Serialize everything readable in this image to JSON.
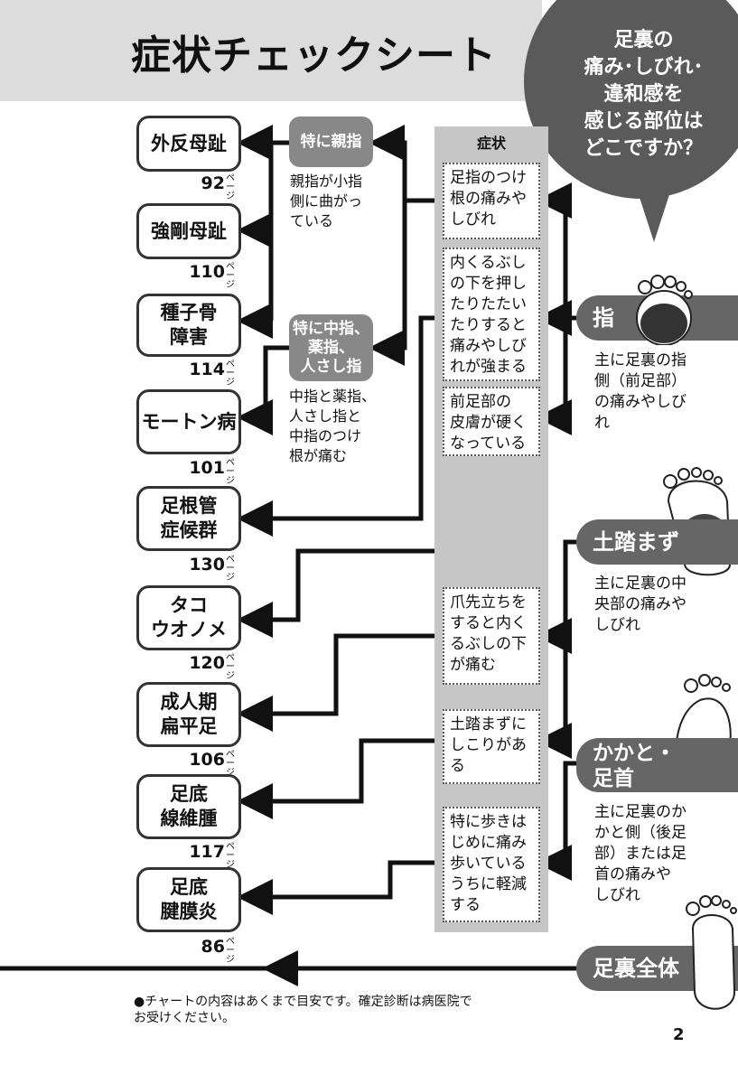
{
  "title": "症状チェックシート",
  "question": "足裏の\n痛み･しびれ･\n違和感を\n感じる部位は\nどこですか？",
  "symptom_header": "症状",
  "diagnoses": [
    {
      "name": "外反母趾",
      "page": "92",
      "unit": "ペー\nジ"
    },
    {
      "name": "強剛母趾",
      "page": "110",
      "unit": "ペー\nジ"
    },
    {
      "name": "種子骨\n障害",
      "page": "114",
      "unit": "ペー\nジ"
    },
    {
      "name": "モートン病",
      "page": "101",
      "unit": "ペー\nジ"
    },
    {
      "name": "足根管\n症候群",
      "page": "130",
      "unit": "ペー\nジ"
    },
    {
      "name": "タコ\nウオノメ",
      "page": "120",
      "unit": "ペー\nジ"
    },
    {
      "name": "成人期\n扁平足",
      "page": "106",
      "unit": "ペー\nジ"
    },
    {
      "name": "足底\n線維腫",
      "page": "117",
      "unit": "ペー\nジ"
    },
    {
      "name": "足底\n腱膜炎",
      "page": "86",
      "unit": "ペー\nジ"
    }
  ],
  "notes": [
    {
      "label": "特に親指",
      "text": "親指が小指\n側に曲がっ\nている"
    },
    {
      "label": "特に中指、\n薬指、\n人さし指",
      "text": "中指と薬指、\n人さし指と\n中指のつけ\n根が痛む"
    }
  ],
  "symptoms": [
    "足指のつけ\n根の痛みや\nしびれ",
    "内くるぶし\nの下を押し\nたりたたい\nたりすると\n痛みやしび\nれが強まる",
    "前足部の\n皮膚が硬く\nなっている",
    "爪先立ちを\nすると内く\nるぶしの下\nが痛む",
    "土踏まずに\nしこりがあ\nる",
    "特に歩きは\nじめに痛み\n歩いている\nうちに軽減\nする"
  ],
  "regions": [
    {
      "label": "指",
      "desc": "主に足裏の指\n側（前足部）\nの痛みやしび\nれ"
    },
    {
      "label": "土踏まず",
      "desc": "主に足裏の中\n央部の痛みや\nしびれ"
    },
    {
      "label": "かかと・\n足首",
      "desc": "主に足裏のか\nかと側（後足\n部）または足\n首の痛みや\nしびれ"
    },
    {
      "label": "足裏全体",
      "desc": ""
    }
  ],
  "footnote": "●チャートの内容はあくまで目安です。確定診断は病医院で\nお受けください。",
  "page_number": "2",
  "colors": {
    "band": "#dcdcdc",
    "bubble": "#5a5a5a",
    "tab": "#666666",
    "column": "#c6c6c6"
  },
  "icons": [
    "foot-toes-icon",
    "foot-arch-icon",
    "foot-heel-icon",
    "foot-whole-icon"
  ]
}
